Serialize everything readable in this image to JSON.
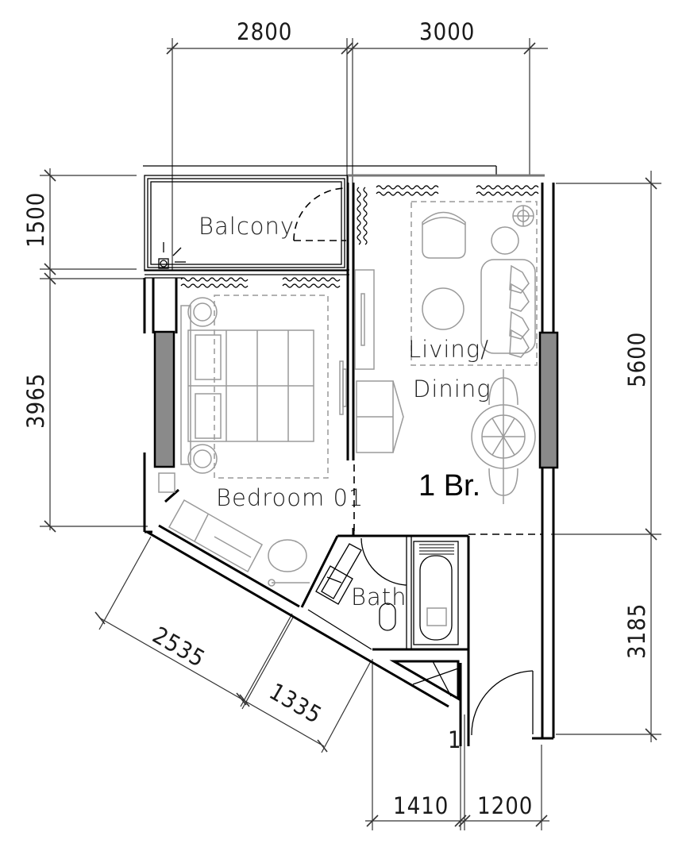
{
  "plan": {
    "unit_label": "1 Br.",
    "rooms": {
      "balcony": "Balcony",
      "living_line1": "Living/",
      "living_line2": "Dining",
      "bedroom": "Bedroom 01",
      "bath": "Bath"
    },
    "dimensions": {
      "top_left": "2800",
      "top_right": "3000",
      "left_top": "1500",
      "left_bottom": "3965",
      "right_top": "5600",
      "right_bottom": "3185",
      "diag_long": "2535",
      "diag_short": "1335",
      "bottom_left": "1410",
      "bottom_right": "1200"
    },
    "marker": "1",
    "colors": {
      "wall": "#000000",
      "furniture": "#9a9a9a",
      "glazing": "#8a8a8a"
    }
  }
}
